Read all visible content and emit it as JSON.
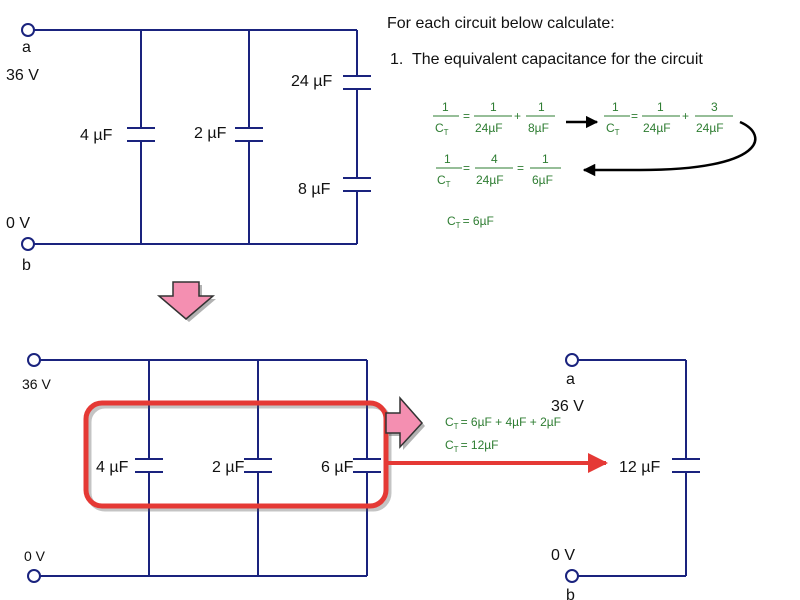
{
  "instructions": {
    "heading": "For each circuit below calculate:",
    "item_number": "1.",
    "item_text": "The equivalent capacitance for the circuit"
  },
  "circuit_top": {
    "terminal_a": "a",
    "terminal_b": "b",
    "voltage_top": "36 V",
    "voltage_bottom": "0 V",
    "cap_1": "4 µF",
    "cap_2": "2 µF",
    "cap_3": "24 µF",
    "cap_4": "8 µF"
  },
  "series_calc": {
    "one": "1",
    "ct": "C",
    "t": "T",
    "d24": "24µF",
    "d8": "8µF",
    "three": "3",
    "four": "4",
    "d6": "6µF",
    "result": "C",
    "result_sub": "T",
    "result_value": "= 6µF"
  },
  "circuit_middle": {
    "voltage_top": "36 V",
    "voltage_bottom": "0 V",
    "cap_1": "4 µF",
    "cap_2": "2 µF",
    "cap_3": "6 µF"
  },
  "parallel_calc": {
    "line1_c": "C",
    "line1_sub": "T",
    "line1_rest": "= 6µF + 4µF + 2µF",
    "line2_c": "C",
    "line2_sub": "T",
    "line2_rest": "= 12µF"
  },
  "circuit_final": {
    "terminal_a": "a",
    "terminal_b": "b",
    "voltage_top": "36 V",
    "voltage_bottom": "0 V",
    "cap": "12 µF"
  },
  "colors": {
    "wire": "#1a237e",
    "equation": "#2e7d32",
    "highlight": "#e53935",
    "arrow_fill": "#f48fb1"
  }
}
